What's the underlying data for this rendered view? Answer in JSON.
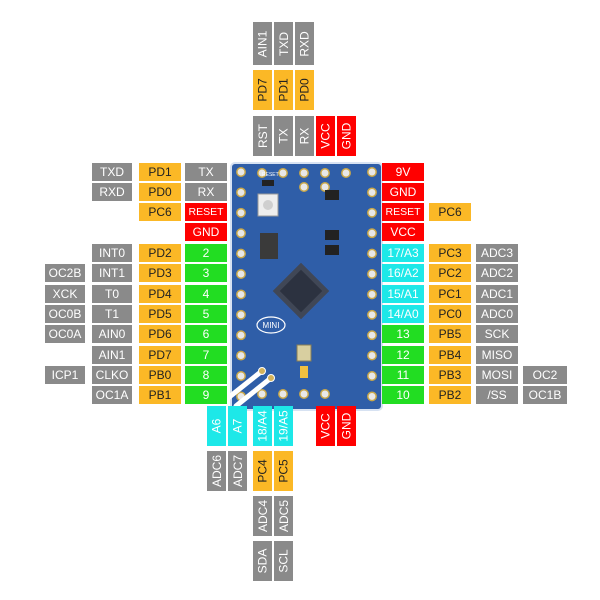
{
  "colors": {
    "gray": "#8a8a8a",
    "orange": "#fbb826",
    "red": "#ff0000",
    "green": "#22dd22",
    "cyan": "#1de8e8",
    "board": "#2f5ea8"
  },
  "board": {
    "silkscreen_label": "MINI",
    "reset_text": "RESET"
  },
  "top": {
    "row1": [
      "AIN1",
      "TXD",
      "RXD"
    ],
    "row2": [
      "PD7",
      "PD1",
      "PD0"
    ],
    "row3": [
      "RST",
      "TX",
      "RX",
      "VCC",
      "GND"
    ]
  },
  "left": [
    [
      "TXD",
      "PD1",
      "TX"
    ],
    [
      "RXD",
      "PD0",
      "RX"
    ],
    [
      "PC6",
      "RESET"
    ],
    [
      "GND"
    ],
    [
      "INT0",
      "PD2",
      "2"
    ],
    [
      "OC2B",
      "INT1",
      "PD3",
      "3"
    ],
    [
      "XCK",
      "T0",
      "PD4",
      "4"
    ],
    [
      "OC0B",
      "T1",
      "PD5",
      "5"
    ],
    [
      "OC0A",
      "AIN0",
      "PD6",
      "6"
    ],
    [
      "AIN1",
      "PD7",
      "7"
    ],
    [
      "ICP1",
      "CLKO",
      "PB0",
      "8"
    ],
    [
      "OC1A",
      "PB1",
      "9"
    ]
  ],
  "right": [
    [
      "9V"
    ],
    [
      "GND"
    ],
    [
      "RESET",
      "PC6"
    ],
    [
      "VCC"
    ],
    [
      "17/A3",
      "PC3",
      "ADC3"
    ],
    [
      "16/A2",
      "PC2",
      "ADC2"
    ],
    [
      "15/A1",
      "PC1",
      "ADC1"
    ],
    [
      "14/A0",
      "PC0",
      "ADC0"
    ],
    [
      "13",
      "PB5",
      "SCK"
    ],
    [
      "12",
      "PB4",
      "MISO"
    ],
    [
      "11",
      "PB3",
      "MOSI",
      "OC2"
    ],
    [
      "10",
      "PB2",
      "/SS",
      "OC1B"
    ]
  ],
  "bottom": {
    "analog": [
      "A6",
      "A7"
    ],
    "adc": [
      "ADC6",
      "ADC7"
    ],
    "i2c_pins": [
      "18/A4",
      "19/A5"
    ],
    "i2c_ports": [
      "PC4",
      "PC5"
    ],
    "i2c_adc": [
      "ADC4",
      "ADC5"
    ],
    "i2c_func": [
      "SDA",
      "SCL"
    ],
    "power": [
      "VCC",
      "GND"
    ]
  }
}
